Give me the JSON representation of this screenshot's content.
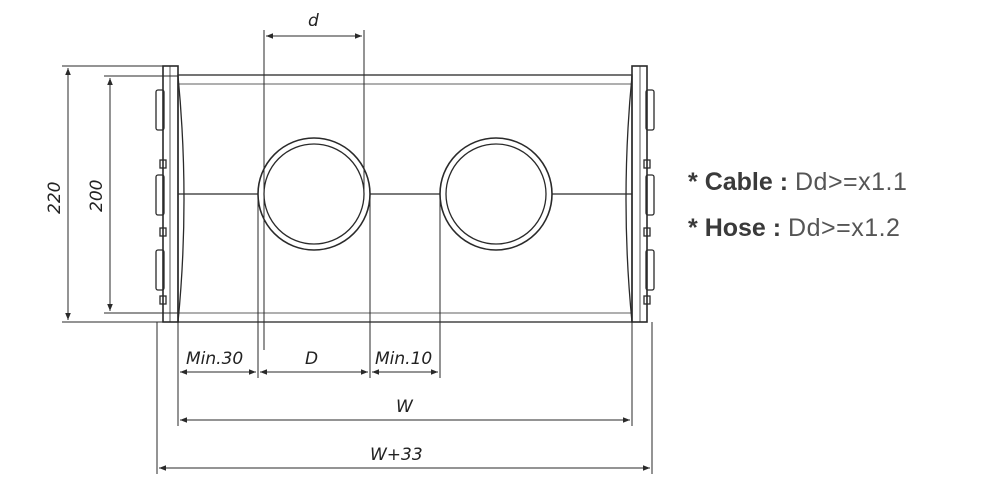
{
  "dimensions": {
    "d": "d",
    "height_outer": "220",
    "height_inner": "200",
    "min_left": "Min.30",
    "diameter": "D",
    "min_gap": "Min.10",
    "width": "W",
    "width_total": "W+33"
  },
  "notes": [
    {
      "star": "*",
      "label": "Cable :",
      "value": "Dd>=x1.1"
    },
    {
      "star": "*",
      "label": "Hose :",
      "value": "Dd>=x1.2"
    }
  ],
  "colors": {
    "line": "#2a2a2a",
    "text": "#444444"
  }
}
